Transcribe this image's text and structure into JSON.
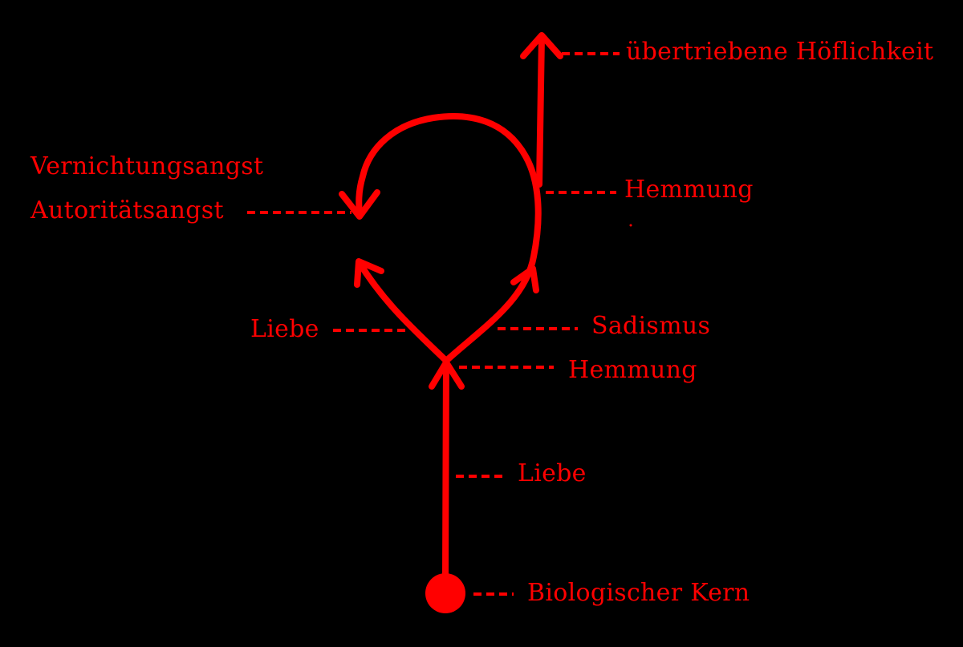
{
  "colors": {
    "background": "#000000",
    "ink": "#ff0000"
  },
  "labels": {
    "top": "übertriebene Höflichkeit",
    "fear1": "Vernichtungsangst",
    "fear2": "Autoritätsangst",
    "inhibition_upper": "Hemmung",
    "love_left": "Liebe",
    "sadism": "Sadismus",
    "inhibition_lower": "Hemmung",
    "love_lower": "Liebe",
    "core": "Biologischer Kern"
  }
}
